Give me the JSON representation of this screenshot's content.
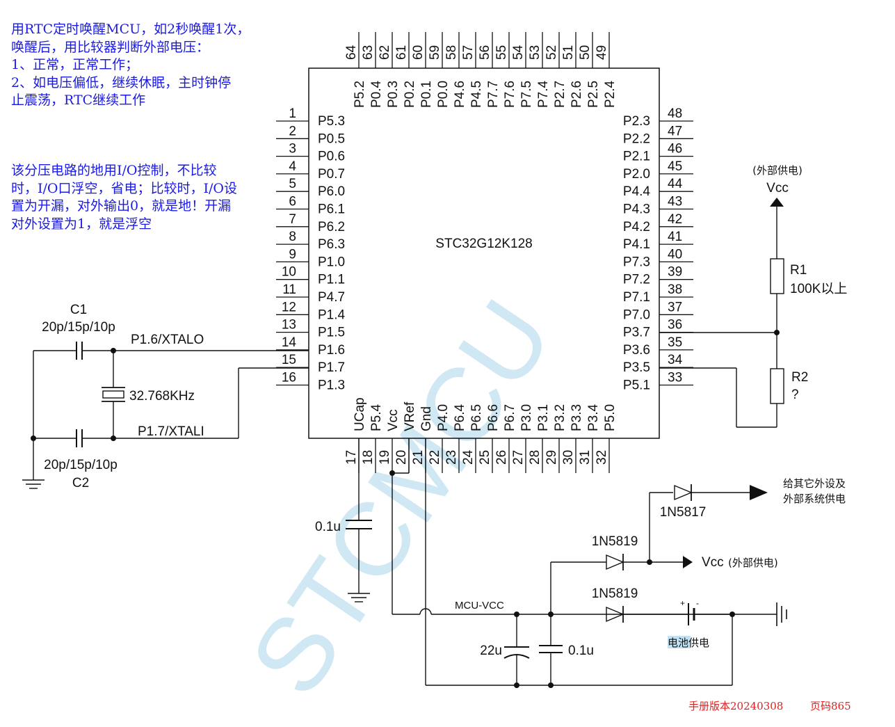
{
  "notes": {
    "para1": [
      "用RTC定时唤醒MCU，如2秒唤醒1次，",
      "唤醒后，用比较器判断外部电压：",
      "1、正常，正常工作；",
      "2、如电压偏低，继续休眠，主时钟停",
      "止震荡，RTC继续工作"
    ],
    "para2": [
      "该分压电路的地用I/O控制，不比较",
      "时，I/O口浮空，省电；比较时，I/O设",
      "置为开漏，对外输出0，就是地！开漏",
      "对外设置为1，就是浮空"
    ]
  },
  "chip": {
    "name": "STC32G12K128",
    "left_pins": [
      {
        "num": "1",
        "name": "P5.3"
      },
      {
        "num": "2",
        "name": "P0.5"
      },
      {
        "num": "3",
        "name": "P0.6"
      },
      {
        "num": "4",
        "name": "P0.7"
      },
      {
        "num": "5",
        "name": "P6.0"
      },
      {
        "num": "6",
        "name": "P6.1"
      },
      {
        "num": "7",
        "name": "P6.2"
      },
      {
        "num": "8",
        "name": "P6.3"
      },
      {
        "num": "9",
        "name": "P1.0"
      },
      {
        "num": "10",
        "name": "P1.1"
      },
      {
        "num": "11",
        "name": "P4.7"
      },
      {
        "num": "12",
        "name": "P1.4"
      },
      {
        "num": "13",
        "name": "P1.5"
      },
      {
        "num": "14",
        "name": "P1.6"
      },
      {
        "num": "15",
        "name": "P1.7"
      },
      {
        "num": "16",
        "name": "P1.3"
      }
    ],
    "right_pins": [
      {
        "num": "48",
        "name": "P2.3"
      },
      {
        "num": "47",
        "name": "P2.2"
      },
      {
        "num": "46",
        "name": "P2.1"
      },
      {
        "num": "45",
        "name": "P2.0"
      },
      {
        "num": "44",
        "name": "P4.4"
      },
      {
        "num": "43",
        "name": "P4.3"
      },
      {
        "num": "42",
        "name": "P4.2"
      },
      {
        "num": "41",
        "name": "P4.1"
      },
      {
        "num": "40",
        "name": "P7.3"
      },
      {
        "num": "39",
        "name": "P7.2"
      },
      {
        "num": "38",
        "name": "P7.1"
      },
      {
        "num": "37",
        "name": "P7.0"
      },
      {
        "num": "36",
        "name": "P3.7"
      },
      {
        "num": "35",
        "name": "P3.6"
      },
      {
        "num": "34",
        "name": "P3.5"
      },
      {
        "num": "33",
        "name": "P5.1"
      }
    ],
    "top_pins": [
      {
        "num": "64",
        "name": "P5.2"
      },
      {
        "num": "63",
        "name": "P0.4"
      },
      {
        "num": "62",
        "name": "P0.3"
      },
      {
        "num": "61",
        "name": "P0.2"
      },
      {
        "num": "60",
        "name": "P0.1"
      },
      {
        "num": "59",
        "name": "P0.0"
      },
      {
        "num": "58",
        "name": "P4.6"
      },
      {
        "num": "57",
        "name": "P4.5"
      },
      {
        "num": "56",
        "name": "P7.7"
      },
      {
        "num": "55",
        "name": "P7.6"
      },
      {
        "num": "54",
        "name": "P7.5"
      },
      {
        "num": "53",
        "name": "P7.4"
      },
      {
        "num": "52",
        "name": "P2.7"
      },
      {
        "num": "51",
        "name": "P2.6"
      },
      {
        "num": "50",
        "name": "P2.5"
      },
      {
        "num": "49",
        "name": "P2.4"
      }
    ],
    "bottom_pins": [
      {
        "num": "17",
        "name": "UCap"
      },
      {
        "num": "18",
        "name": "P5.4"
      },
      {
        "num": "19",
        "name": "Vcc"
      },
      {
        "num": "20",
        "name": "VRef"
      },
      {
        "num": "21",
        "name": "Gnd"
      },
      {
        "num": "22",
        "name": "P4.0"
      },
      {
        "num": "23",
        "name": "P6.4"
      },
      {
        "num": "24",
        "name": "P6.5"
      },
      {
        "num": "25",
        "name": "P6.6"
      },
      {
        "num": "26",
        "name": "P6.7"
      },
      {
        "num": "27",
        "name": "P3.0"
      },
      {
        "num": "28",
        "name": "P3.1"
      },
      {
        "num": "29",
        "name": "P3.2"
      },
      {
        "num": "30",
        "name": "P3.3"
      },
      {
        "num": "31",
        "name": "P3.4"
      },
      {
        "num": "32",
        "name": "P5.0"
      }
    ]
  },
  "labels": {
    "c1": "C1",
    "c1_value": "20p/15p/10p",
    "xtalo": "P1.6/XTALO",
    "crystal": "32.768KHz",
    "xtali": "P1.7/XTALI",
    "c2_value": "20p/15p/10p",
    "c2": "C2",
    "ext_supply_top": "(外部供电)",
    "vcc_top": "Vcc",
    "r1": "R1",
    "r1_value": "100K以上",
    "r2": "R2",
    "r2_value": "?",
    "ucap_cap": "0.1u",
    "d1817": "1N5817",
    "to_peripherals_1": "给其它外设及",
    "to_peripherals_2": "外部系统供电",
    "d5819a": "1N5819",
    "vcc_ext": "Vcc",
    "vcc_ext_cn": "(外部供电)",
    "d5819b": "1N5819",
    "mcu_vcc": "MCU-VCC",
    "cap22": "22u",
    "cap01": "0.1u",
    "battery": "电池供电",
    "watermark": "STCMCU"
  },
  "footer": {
    "version": "手册版本20240308",
    "page": "页码865"
  }
}
